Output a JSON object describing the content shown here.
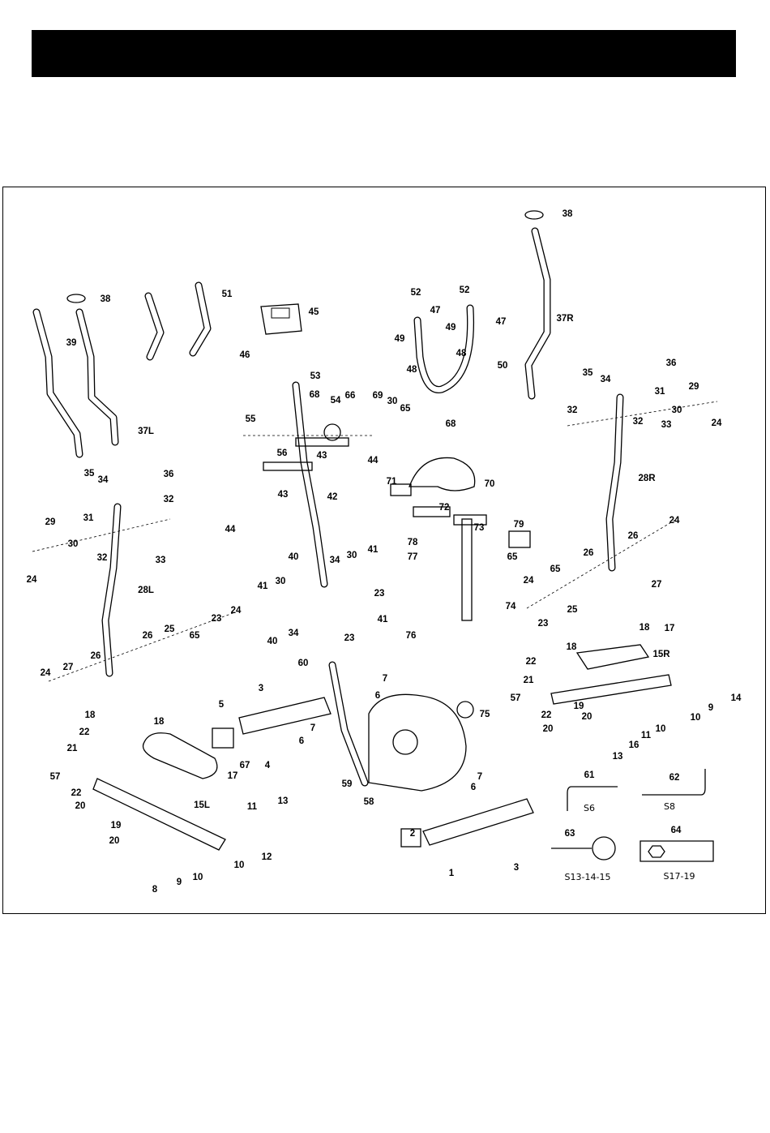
{
  "header": {
    "title": ""
  },
  "diagram": {
    "parts": [
      "38",
      "38",
      "51",
      "45",
      "46",
      "39",
      "37L",
      "36",
      "52",
      "52",
      "47",
      "47",
      "49",
      "49",
      "48",
      "48",
      "50",
      "66",
      "69",
      "30",
      "65",
      "68",
      "37R",
      "36",
      "35",
      "34",
      "31",
      "29",
      "24",
      "32",
      "32",
      "33",
      "30",
      "28R",
      "53",
      "68",
      "54",
      "55",
      "56",
      "43",
      "43",
      "42",
      "44",
      "44",
      "71",
      "70",
      "72",
      "73",
      "79",
      "78",
      "77",
      "65",
      "74",
      "76",
      "35",
      "34",
      "32",
      "29",
      "31",
      "30",
      "32",
      "33",
      "24",
      "28L",
      "40",
      "34",
      "30",
      "41",
      "30",
      "41",
      "23",
      "40",
      "34",
      "23",
      "41",
      "26",
      "25",
      "65",
      "23",
      "24",
      "24",
      "27",
      "26",
      "24",
      "65",
      "26",
      "26",
      "24",
      "27",
      "23",
      "25",
      "18",
      "17",
      "18",
      "22",
      "15R",
      "21",
      "57",
      "22",
      "19",
      "20",
      "20",
      "10",
      "9",
      "14",
      "11",
      "10",
      "16",
      "13",
      "60",
      "7",
      "6",
      "3",
      "5",
      "7",
      "6",
      "67",
      "4",
      "75",
      "59",
      "58",
      "7",
      "6",
      "2",
      "1",
      "3",
      "18",
      "18",
      "22",
      "21",
      "57",
      "17",
      "22",
      "20",
      "15L",
      "19",
      "20",
      "11",
      "13",
      "12",
      "10",
      "10",
      "9",
      "8",
      "61",
      "62",
      "63",
      "64"
    ],
    "tool_sizes": {
      "61": "S6",
      "62": "S8",
      "63": "S13-14-15",
      "64": "S17-19"
    }
  }
}
